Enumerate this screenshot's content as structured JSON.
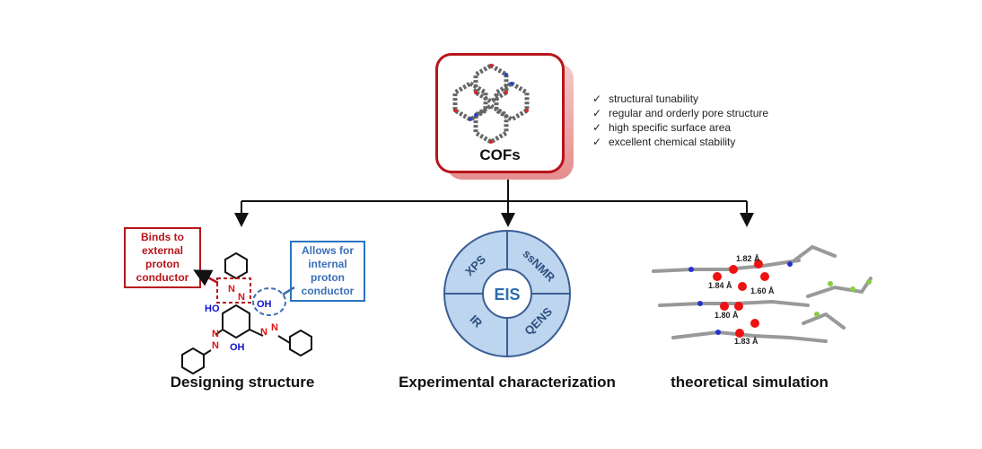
{
  "top": {
    "title": "COFs",
    "properties": [
      "structural tunability",
      "regular and orderly pore structure",
      "high specific surface area",
      "excellent chemical stability"
    ],
    "check_glyph": "✓"
  },
  "sections": [
    {
      "title": "Designing structure",
      "callout_external": "Binds to external proton conductor",
      "callout_internal": "Allows for internal proton conductor",
      "atoms": {
        "ho_left": "HO",
        "oh_right": "OH",
        "oh_bottom": "OH",
        "n": "N"
      }
    },
    {
      "title": "Experimental characterization",
      "center": "EIS",
      "quadrants": [
        "XPS",
        "ssNMR",
        "IR",
        "QENS"
      ]
    },
    {
      "title": "theoretical simulation",
      "distances": [
        "1.82 Å",
        "1.84 Å",
        "1.60 Å",
        "1.80 Å",
        "1.83 Å"
      ]
    }
  ],
  "colors": {
    "accent_red": "#b8141b",
    "accent_blue": "#2b73c0",
    "circle_fill": "#bdd5ee",
    "circle_stroke": "#3a5f95"
  }
}
